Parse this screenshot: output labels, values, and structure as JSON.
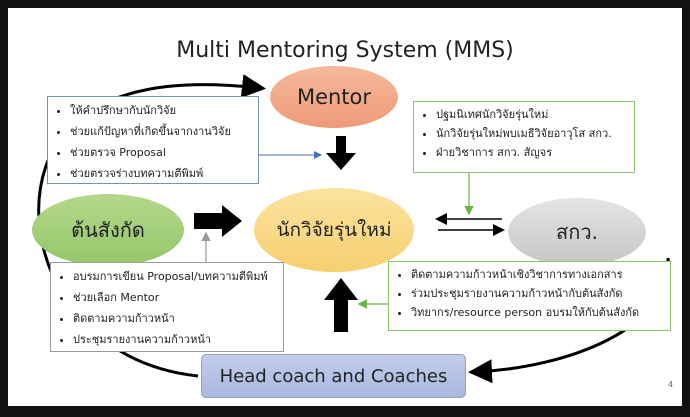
{
  "title": "Multi Mentoring System (MMS)",
  "nodes": {
    "mentor": "Mentor",
    "ton_sangkat": "ต้นสังกัด",
    "nak_wijai": "นักวิจัยรุ่นใหม่",
    "sakoVor": "สกว.",
    "head_coach": "Head coach and Coaches"
  },
  "mentor_box": {
    "items": [
      "ให้คำปรึกษากับนักวิจัย",
      "ช่วยแก้ปัญหาที่เกิดขึ้นจากงานวิจัย",
      "ช่วยตรวจ Proposal",
      "ช่วยตรวจร่างบทความตีพิมพ์"
    ]
  },
  "ton_box": {
    "items": [
      "อบรมการเขียน Proposal/บทความตีพิมพ์",
      "ช่วยเลือก Mentor",
      "ติดตามความก้าวหน้า",
      "ประชุมรายงานความก้าวหน้า"
    ]
  },
  "skv_box_top": {
    "items": [
      "ปฐมนิเทศนักวิจัยรุ่นใหม่",
      "นักวิจัยรุ่นใหม่พบเมธีวิจัยอาวุโส สกว.",
      "ฝ่ายวิชาการ สกว. สัญจร"
    ]
  },
  "skv_box_bottom": {
    "items": [
      "ติดตามความก้าวหน้าเชิงวิชาการทางเอกสาร",
      "ร่วมประชุมรายงานความก้าวหน้ากับต้นสังกัด",
      "วิทยากร/resource person อบรมให้กับต้นสังกัด"
    ]
  },
  "page_number": "4",
  "colors": {
    "mentor": "#ef9a78",
    "ton_sangkat": "#93c66a",
    "nak_wijai": "#f7cf6f",
    "sakoVor": "#c6c6c6",
    "head_coach": "#a9b8e0",
    "green_border": "#8cc572"
  }
}
